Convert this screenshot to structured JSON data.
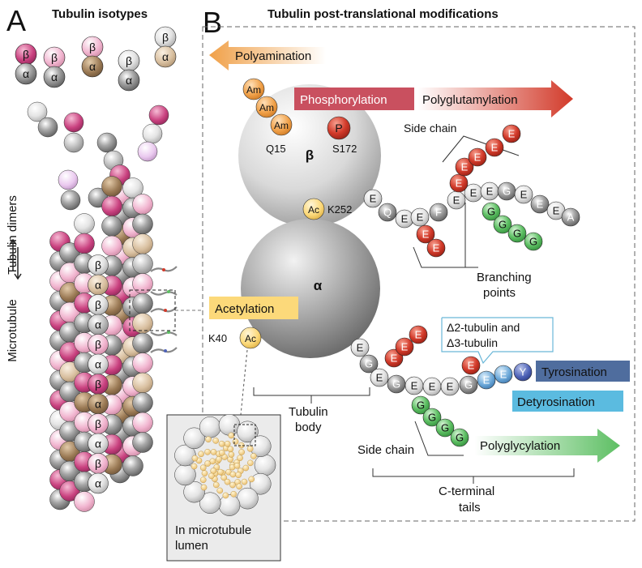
{
  "panel_a": {
    "letter": "A",
    "title": "Tubulin isotypes",
    "side_label_top": "Tubulin dimers",
    "side_label_bottom": "Microtubule"
  },
  "panel_b": {
    "letter": "B",
    "title": "Tubulin post-translational modifications"
  },
  "symbols": {
    "alpha": "α",
    "beta": "β",
    "am": "Am",
    "p": "P",
    "ac": "Ac",
    "e": "E",
    "g": "G",
    "f": "F",
    "a": "A",
    "q": "Q",
    "y": "Y"
  },
  "labels": {
    "polyamination": "Polyamination",
    "phosphorylation": "Phosphorylation",
    "polyglutamylation": "Polyglutamylation",
    "side_chain_top": "Side chain",
    "q15": "Q15",
    "s172": "S172",
    "k252": "K252",
    "branching_line1": "Branching",
    "branching_line2": "points",
    "acetylation": "Acetylation",
    "k40": "K40",
    "delta_line1": "Δ2-tubulin and",
    "delta_line2": "Δ3-tubulin",
    "tyrosination": "Tyrosination",
    "detyrosination": "Detyrosination",
    "tubulin_body_line1": "Tubulin",
    "tubulin_body_line2": "body",
    "side_chain_bottom": "Side chain",
    "polyglycylation": "Polyglycylation",
    "cterm_line1": "C-terminal",
    "cterm_line2": "tails",
    "lumen_line1": "In microtubule",
    "lumen_line2": "lumen"
  },
  "colors": {
    "beta_magenta": "#c9417f",
    "beta_pink": "#f1b4cf",
    "alpha_brown": "#9b7a55",
    "alpha_tan": "#d8bf9f",
    "alpha_gray": "#858585",
    "beta_light": "#d2d2d2",
    "orange": "#f0a048",
    "red": "#d23a2a",
    "green": "#5dbf63",
    "yellow": "#fcd97a",
    "tyr_blue": "#4f6d9e",
    "detyr_blue": "#5bbbe0"
  }
}
